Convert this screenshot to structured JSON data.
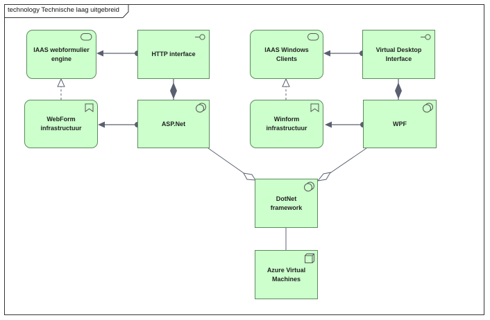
{
  "diagram": {
    "frame_title": "technology Technische laag uitgebreid",
    "nodes": {
      "iaas_webformulier_engine": "IAAS webformulier engine",
      "http_interface": "HTTP interface",
      "webform_infrastructuur": "WebForm infrastructuur",
      "asp_net": "ASP.Net",
      "iaas_windows_clients": "IAAS Windows Clients",
      "virtual_desktop_interface": "Virtual Desktop Interface",
      "winform_infrastructuur": "Winform infrastructuur",
      "wpf": "WPF",
      "dotnet_framework": "DotNet framework",
      "azure_virtual_machines": "Azure Virtual Machines"
    }
  },
  "colors": {
    "node_fill": "#ccffcc",
    "node_border": "#5b8a5b",
    "connector": "#5a6070"
  }
}
